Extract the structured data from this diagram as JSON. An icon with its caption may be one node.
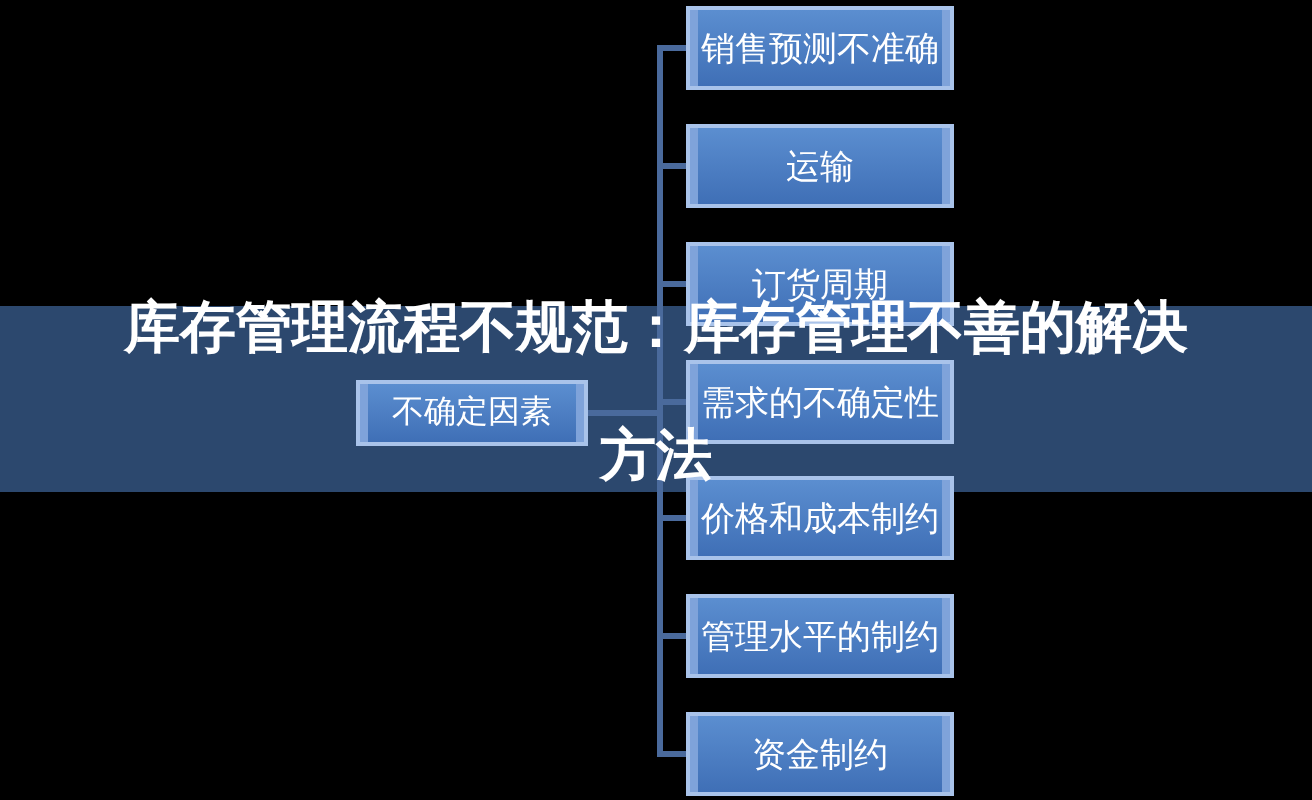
{
  "diagram": {
    "title": "库存管理流程不规范：库存管理不善的解决方法",
    "nodes": [
      {
        "text": [
          "不确定因素"
        ]
      },
      {
        "text": [
          "销售预测不准确"
        ]
      },
      {
        "text": [
          "运输"
        ]
      },
      {
        "text": [
          "订货周期"
        ]
      },
      {
        "text": [
          "需求的不确定性"
        ]
      },
      {
        "text": [
          "价格和成本制约"
        ]
      },
      {
        "text": [
          "管理水平的制约"
        ]
      },
      {
        "text": [
          "资金制约"
        ]
      }
    ],
    "edges": [
      {
        "from": 0,
        "to": 1,
        "arrow": "none"
      },
      {
        "from": 0,
        "to": 2,
        "arrow": "none"
      },
      {
        "from": 0,
        "to": 3,
        "arrow": "none"
      },
      {
        "from": 0,
        "to": 4,
        "arrow": "none"
      },
      {
        "from": 0,
        "to": 5,
        "arrow": "none"
      },
      {
        "from": 0,
        "to": 6,
        "arrow": "none"
      },
      {
        "from": 0,
        "to": 7,
        "arrow": "none"
      }
    ]
  }
}
